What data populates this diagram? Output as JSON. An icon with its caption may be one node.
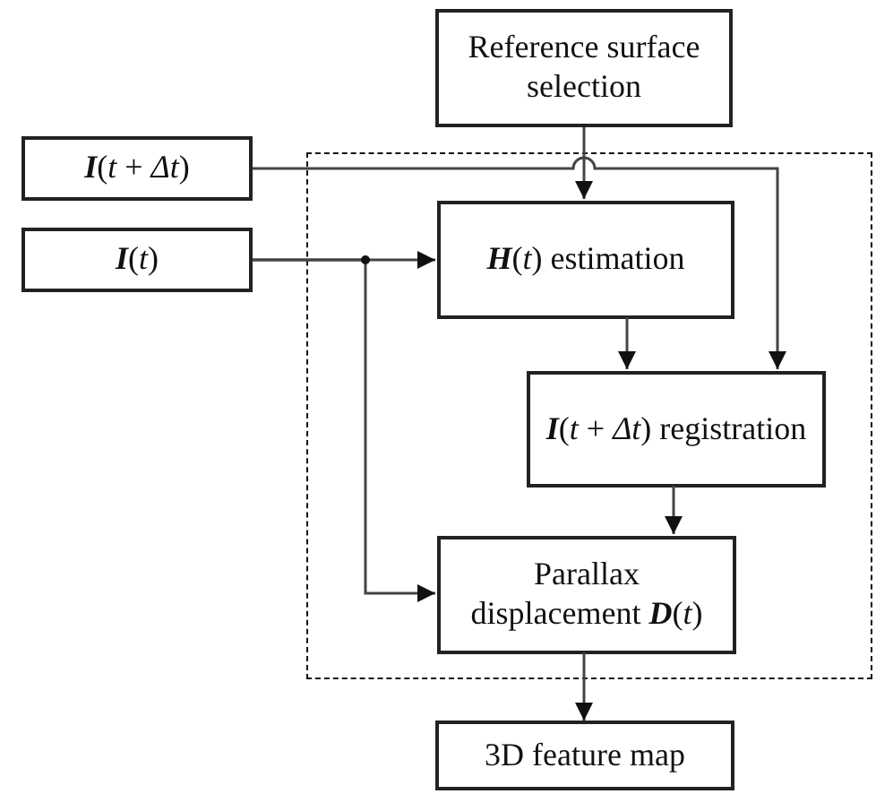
{
  "diagram": {
    "nodes": [
      {
        "text": [
          "Reference surface selection"
        ]
      },
      {
        "text": [
          "**I**(*t* + *Δt*)"
        ]
      },
      {
        "text": [
          "**I**(*t*)"
        ]
      },
      {
        "text": [],
        "shape": "box"
      },
      {
        "text": [
          "**H**(*t*) estimation"
        ],
        "in": 3
      },
      {
        "text": [
          "**I**(*t* + *Δt*) registration"
        ],
        "in": 3
      },
      {
        "text": [
          "Parallax displacement **D**(*t*)"
        ],
        "in": 3
      },
      {
        "text": [
          "3D feature map"
        ]
      }
    ],
    "edges": [
      {
        "from": 0,
        "to": 4,
        "arrow": "to"
      },
      {
        "from": 1,
        "to": 5,
        "arrow": "to"
      },
      {
        "from": 2,
        "to": 4,
        "arrow": "to"
      },
      {
        "from": 2,
        "to": 6,
        "arrow": "to"
      },
      {
        "from": 4,
        "to": 5,
        "arrow": "to"
      },
      {
        "from": 5,
        "to": 6,
        "arrow": "to"
      },
      {
        "from": 6,
        "to": 7,
        "arrow": "to"
      }
    ]
  }
}
